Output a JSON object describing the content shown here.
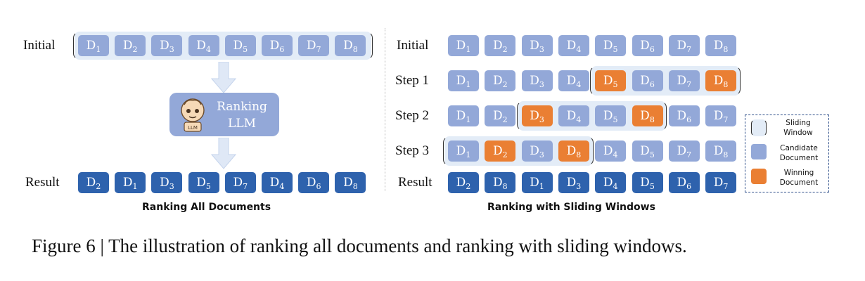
{
  "left_panel": {
    "initial_label": "Initial",
    "initial_docs": [
      "1",
      "2",
      "3",
      "4",
      "5",
      "6",
      "7",
      "8"
    ],
    "llm_lines": [
      "Ranking",
      "LLM"
    ],
    "robot_badge": "LLM",
    "result_label": "Result",
    "result_docs": [
      "2",
      "1",
      "3",
      "5",
      "7",
      "4",
      "6",
      "8"
    ],
    "title": "Ranking All Documents"
  },
  "right_panel": {
    "doc_prefix": "D",
    "rows": [
      {
        "label": "Initial",
        "docs": [
          "1",
          "2",
          "3",
          "4",
          "5",
          "6",
          "7",
          "8"
        ],
        "winners": [],
        "window": null
      },
      {
        "label": "Step 1",
        "docs": [
          "1",
          "2",
          "3",
          "4",
          "5",
          "6",
          "7",
          "8"
        ],
        "winners": [
          4,
          7
        ],
        "window": [
          4,
          7
        ]
      },
      {
        "label": "Step 2",
        "docs": [
          "1",
          "2",
          "3",
          "4",
          "5",
          "8",
          "6",
          "7"
        ],
        "winners": [
          2,
          5
        ],
        "window": [
          2,
          5
        ]
      },
      {
        "label": "Step 3",
        "docs": [
          "1",
          "2",
          "3",
          "8",
          "4",
          "5",
          "7",
          "8"
        ],
        "winners": [
          1,
          3
        ],
        "window": [
          0,
          3
        ]
      }
    ],
    "result_label": "Result",
    "result_docs": [
      "2",
      "8",
      "1",
      "3",
      "4",
      "5",
      "6",
      "7"
    ],
    "title": "Ranking with Sliding Windows"
  },
  "legend": {
    "window": [
      "Sliding",
      "Window"
    ],
    "candidate": [
      "Candidate",
      "Document"
    ],
    "winning": [
      "Winning",
      "Document"
    ]
  },
  "colors": {
    "candidate": "#93a8d8",
    "result": "#2e62ad",
    "winning": "#ea7f33",
    "window_bg": "#e3ecf7"
  },
  "figure_caption": "Figure 6 | The illustration of ranking all documents and ranking with sliding windows."
}
